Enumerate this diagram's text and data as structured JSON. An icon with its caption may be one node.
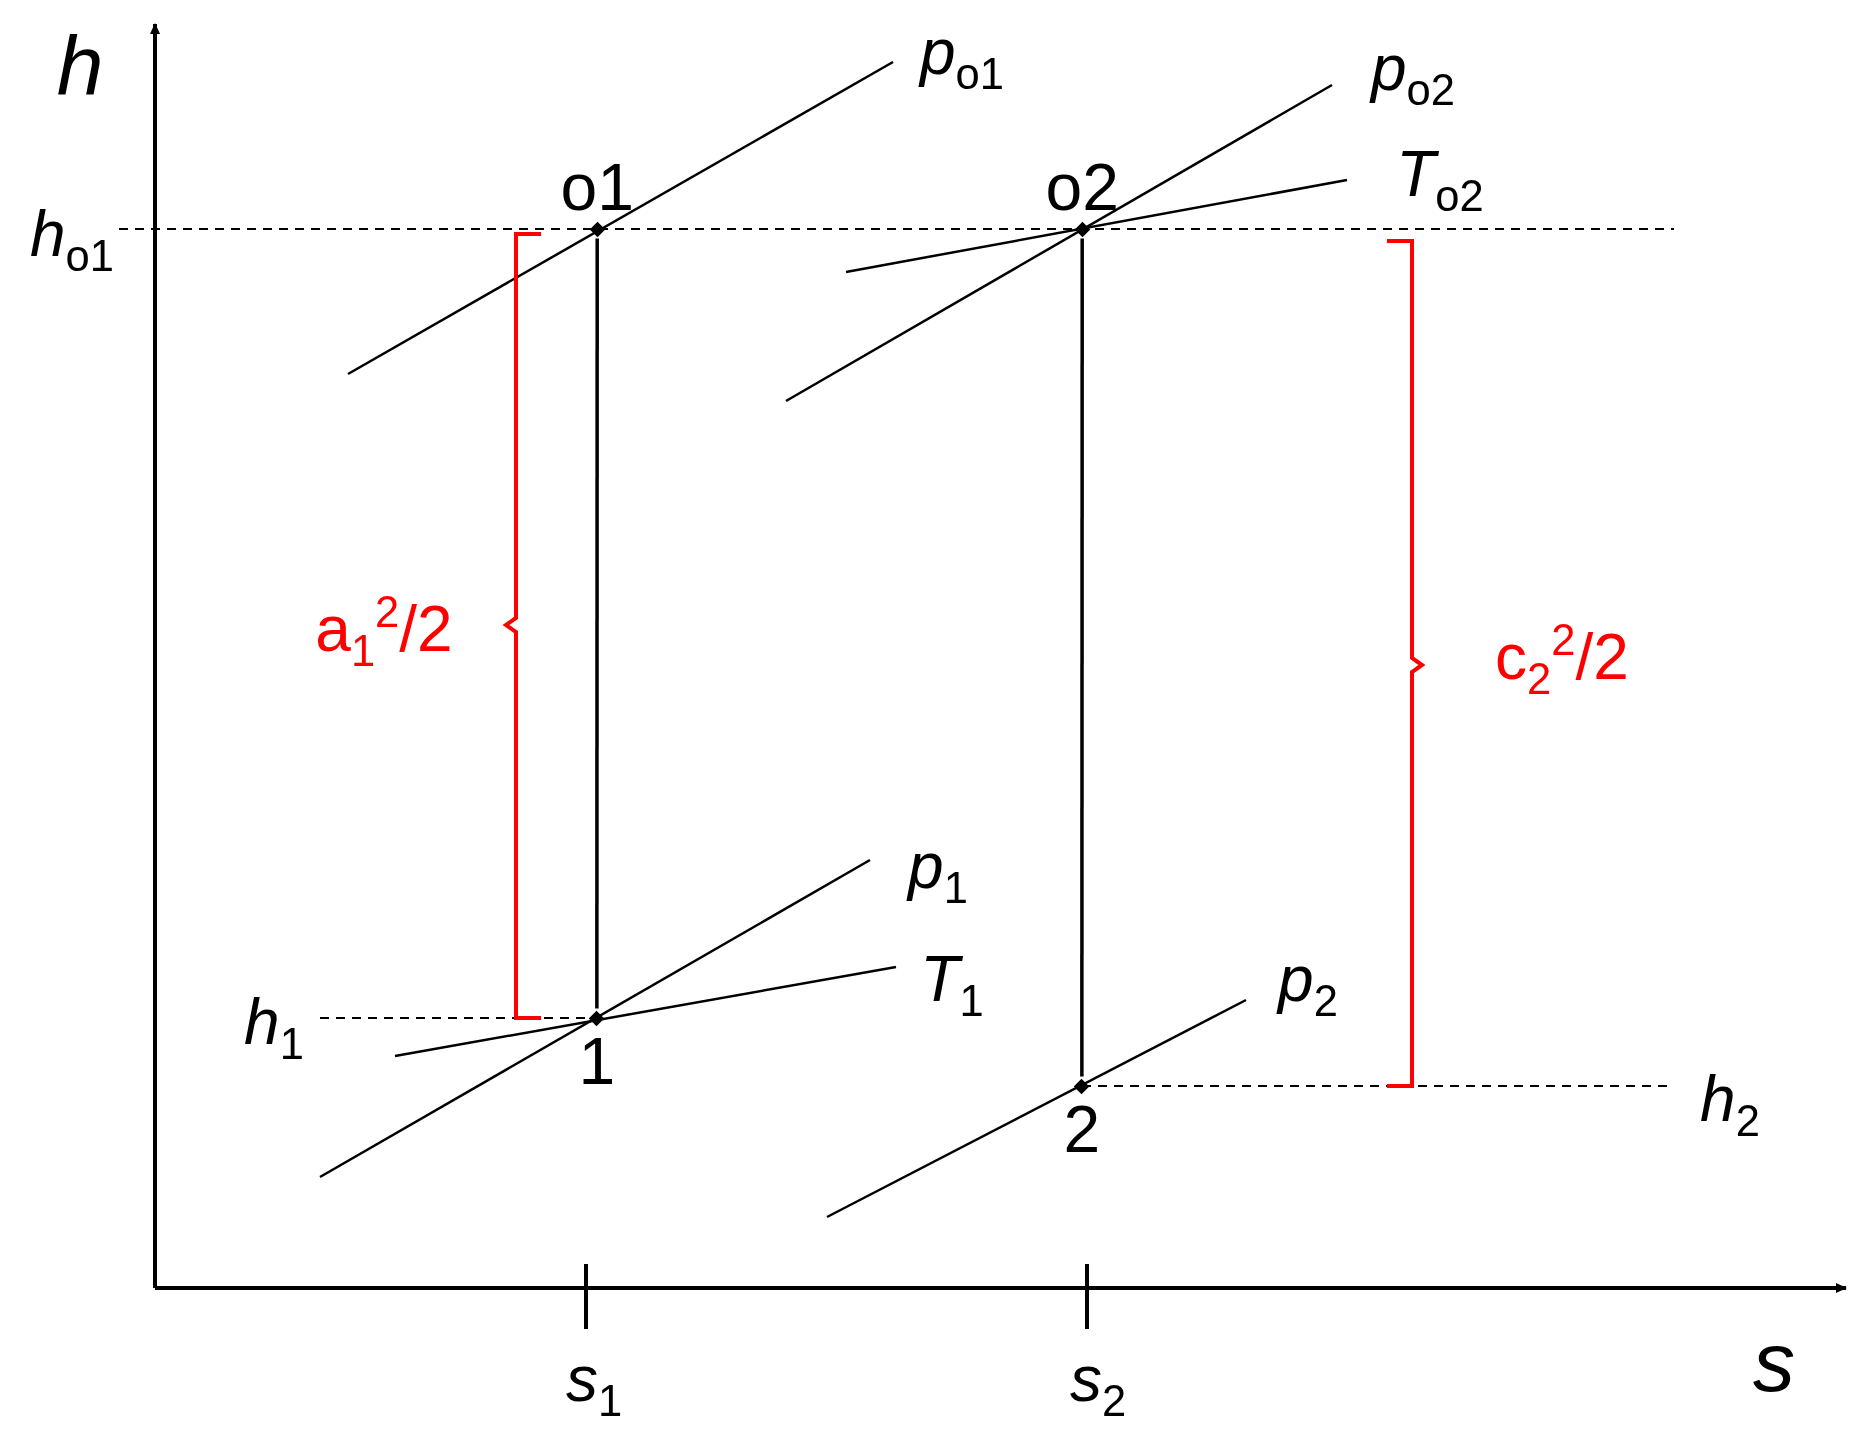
{
  "diagram": {
    "nodes": [
      {
        "text": [
          "o1"
        ]
      },
      {
        "text": [
          "o2"
        ]
      },
      {
        "text": [
          "1"
        ]
      },
      {
        "text": [
          "2"
        ]
      }
    ],
    "edges": [
      {
        "from": 0,
        "to": 2,
        "arrow": "none"
      },
      {
        "from": 1,
        "to": 3,
        "arrow": "none"
      }
    ],
    "labels": [
      "h",
      "*p*$_{o1}$",
      "*p*$_{o2}$",
      "*T*$_{o2}$",
      "*h*$_{o1}$",
      "a$_{1}$$^{2}$/2",
      "c$_{2}$$^{2}$/2",
      "*p*$_{1}$",
      "*T*$_{1}$",
      "*h*$_{1}$",
      "*p*$_{2}$",
      "*h*$_{2}$",
      "s",
      "*s*$_{1}$",
      "*s*$_{2}$"
    ]
  }
}
